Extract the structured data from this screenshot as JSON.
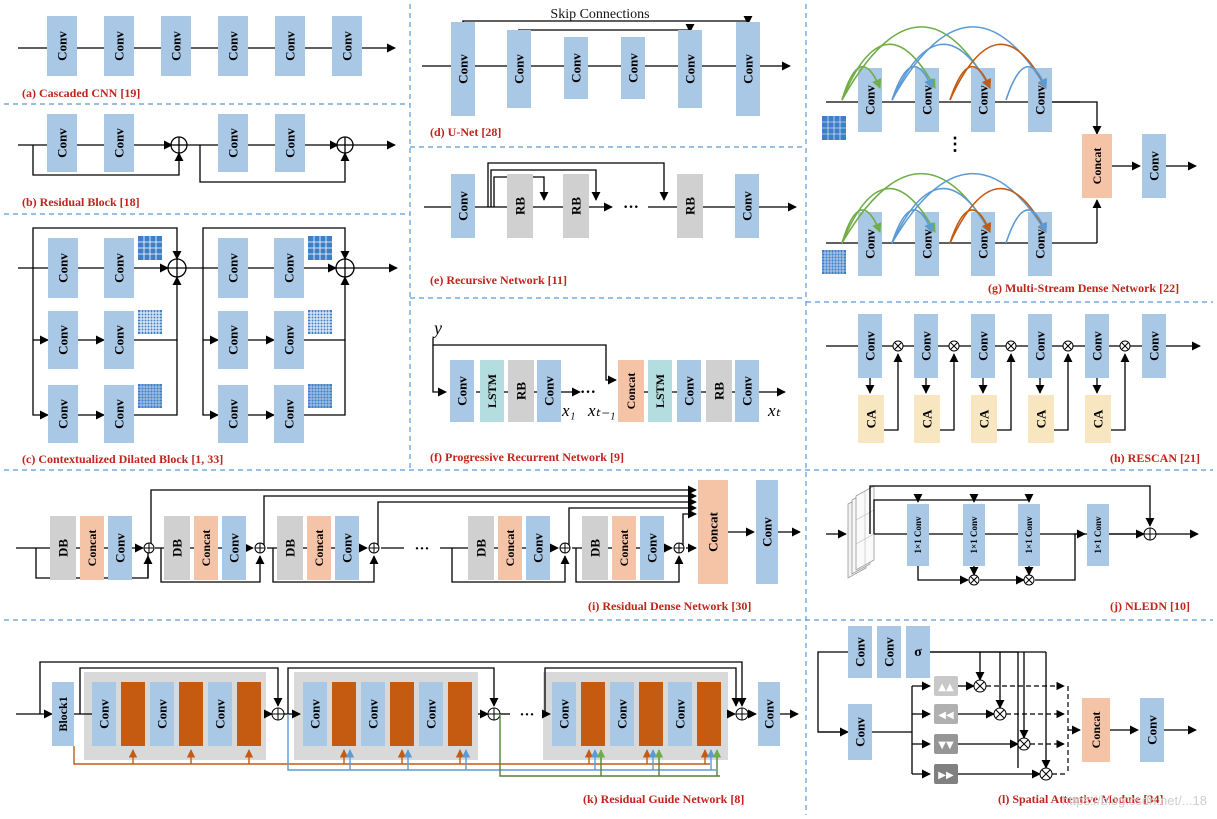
{
  "labels": {
    "conv": "Conv",
    "rb": "RB",
    "lstm": "LSTM",
    "concat": "Concat",
    "ca": "CA",
    "db": "DB",
    "block1": "Block1",
    "one_by_one": "1×1 Conv",
    "sigma": "σ",
    "dots": "···",
    "skip_connections": "Skip Connections",
    "y": "y",
    "x1": "x₁",
    "xt1": "xₜ₋₁",
    "xt": "xₜ"
  },
  "captions": {
    "a": "(a) Cascaded CNN [19]",
    "b": "(b) Residual Block [18]",
    "c": "(c) Contextualized Dilated Block [1, 33]",
    "d": "(d) U-Net [28]",
    "e": "(e) Recursive Network [11]",
    "f": "(f) Progressive Recurrent Network [9]",
    "g": "(g) Multi-Stream Dense Network [22]",
    "h": "(h) RESCAN [21]",
    "i": "(i) Residual Dense Network [30]",
    "j": "(j) NLEDN [10]",
    "k": "(k) Residual Guide Network [8]",
    "l": "(l) Spatial Attentive Module [34]"
  },
  "watermark": "https://blog.csdn.net/...18",
  "colors": {
    "conv": "#a9c8e6",
    "rb": "#d0d0d0",
    "concat": "#f5c3a6",
    "ca": "#f7e6c0",
    "lstm": "#b4dde0",
    "guide": "#c55a11",
    "caption": "#c0241d",
    "divider": "#5b9bd5",
    "arc_green": "#70ad47",
    "arc_blue": "#5b9bd5",
    "arc_orange": "#c55a11"
  }
}
